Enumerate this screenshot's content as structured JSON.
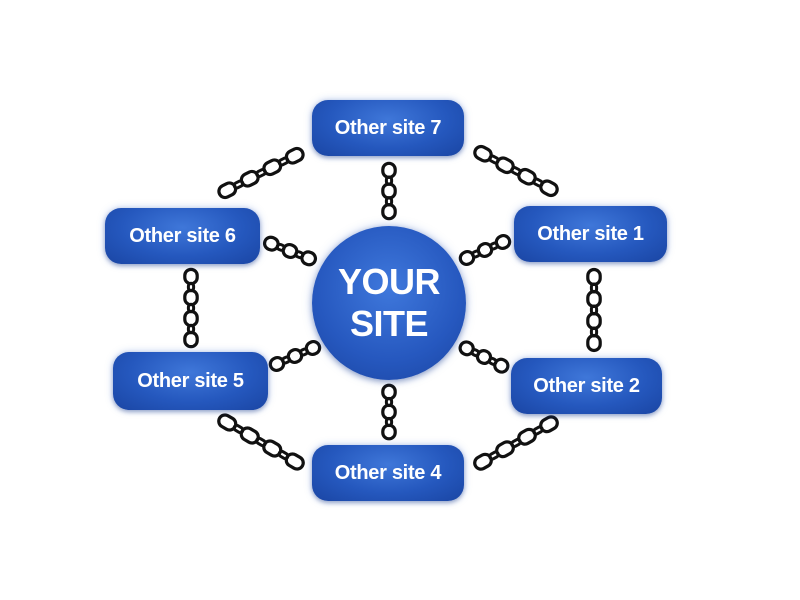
{
  "center": {
    "line1": "YOUR",
    "line2": "SITE"
  },
  "sites": [
    {
      "id": "n7",
      "label": "Other site 7"
    },
    {
      "id": "n6",
      "label": "Other site 6"
    },
    {
      "id": "n1",
      "label": "Other site 1"
    },
    {
      "id": "n5",
      "label": "Other site 5"
    },
    {
      "id": "n2",
      "label": "Other site 2"
    },
    {
      "id": "n4",
      "label": "Other site 4"
    }
  ],
  "colors": {
    "node_fill": "#2558be",
    "chain_stroke": "#111111"
  },
  "icons": {
    "connector": "chain-link-icon"
  }
}
